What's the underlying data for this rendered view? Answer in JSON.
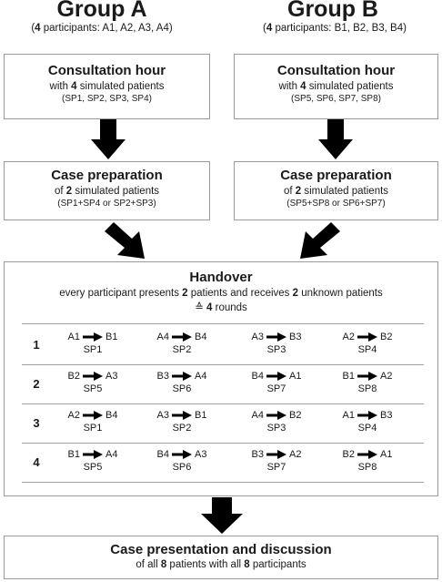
{
  "groups": [
    {
      "title": "Group A",
      "count": "4",
      "sub_rest": " participants: A1, A2, A3, A4)"
    },
    {
      "title": "Group B",
      "count": "4",
      "sub_rest": " participants: B1, B2, B3, B4)"
    }
  ],
  "consultation": [
    {
      "title": "Consultation hour",
      "line_pre": "with ",
      "count": "4",
      "line_post": " simulated patients",
      "sps": "(SP1, SP2, SP3, SP4)"
    },
    {
      "title": "Consultation hour",
      "line_pre": "with ",
      "count": "4",
      "line_post": " simulated patients",
      "sps": "(SP5, SP6, SP7, SP8)"
    }
  ],
  "preparation": [
    {
      "title": "Case preparation",
      "line_pre": "of ",
      "count": "2",
      "line_post": " simulated patients",
      "sps": "(SP1+SP4 or SP2+SP3)"
    },
    {
      "title": "Case preparation",
      "line_pre": "of ",
      "count": "2",
      "line_post": " simulated patients",
      "sps": "(SP5+SP8 or SP6+SP7)"
    }
  ],
  "handover": {
    "title": "Handover",
    "line1_a": "every participant presents ",
    "line1_n1": "2",
    "line1_b": " patients and receives ",
    "line1_n2": "2",
    "line1_c": " unknown patients",
    "line2_sym": "≙ ",
    "line2_n": "4",
    "line2_rest": " rounds",
    "rounds": [
      {
        "num": "1",
        "cells": [
          {
            "from": "A1",
            "to": "B1",
            "sp": "SP1"
          },
          {
            "from": "A4",
            "to": "B4",
            "sp": "SP2"
          },
          {
            "from": "A3",
            "to": "B3",
            "sp": "SP3"
          },
          {
            "from": "A2",
            "to": "B2",
            "sp": "SP4"
          }
        ]
      },
      {
        "num": "2",
        "cells": [
          {
            "from": "B2",
            "to": "A3",
            "sp": "SP5"
          },
          {
            "from": "B3",
            "to": "A4",
            "sp": "SP6"
          },
          {
            "from": "B4",
            "to": "A1",
            "sp": "SP7"
          },
          {
            "from": "B1",
            "to": "A2",
            "sp": "SP8"
          }
        ]
      },
      {
        "num": "3",
        "cells": [
          {
            "from": "A2",
            "to": "B4",
            "sp": "SP1"
          },
          {
            "from": "A3",
            "to": "B1",
            "sp": "SP2"
          },
          {
            "from": "A4",
            "to": "B2",
            "sp": "SP3"
          },
          {
            "from": "A1",
            "to": "B3",
            "sp": "SP4"
          }
        ]
      },
      {
        "num": "4",
        "cells": [
          {
            "from": "B1",
            "to": "A4",
            "sp": "SP5"
          },
          {
            "from": "B4",
            "to": "A3",
            "sp": "SP6"
          },
          {
            "from": "B3",
            "to": "A2",
            "sp": "SP7"
          },
          {
            "from": "B2",
            "to": "A1",
            "sp": "SP8"
          }
        ]
      }
    ]
  },
  "presentation": {
    "title": "Case presentation and discussion",
    "line_a": "of all ",
    "n1": "8",
    "line_b": " patients with all ",
    "n2": "8",
    "line_c": " participants"
  }
}
